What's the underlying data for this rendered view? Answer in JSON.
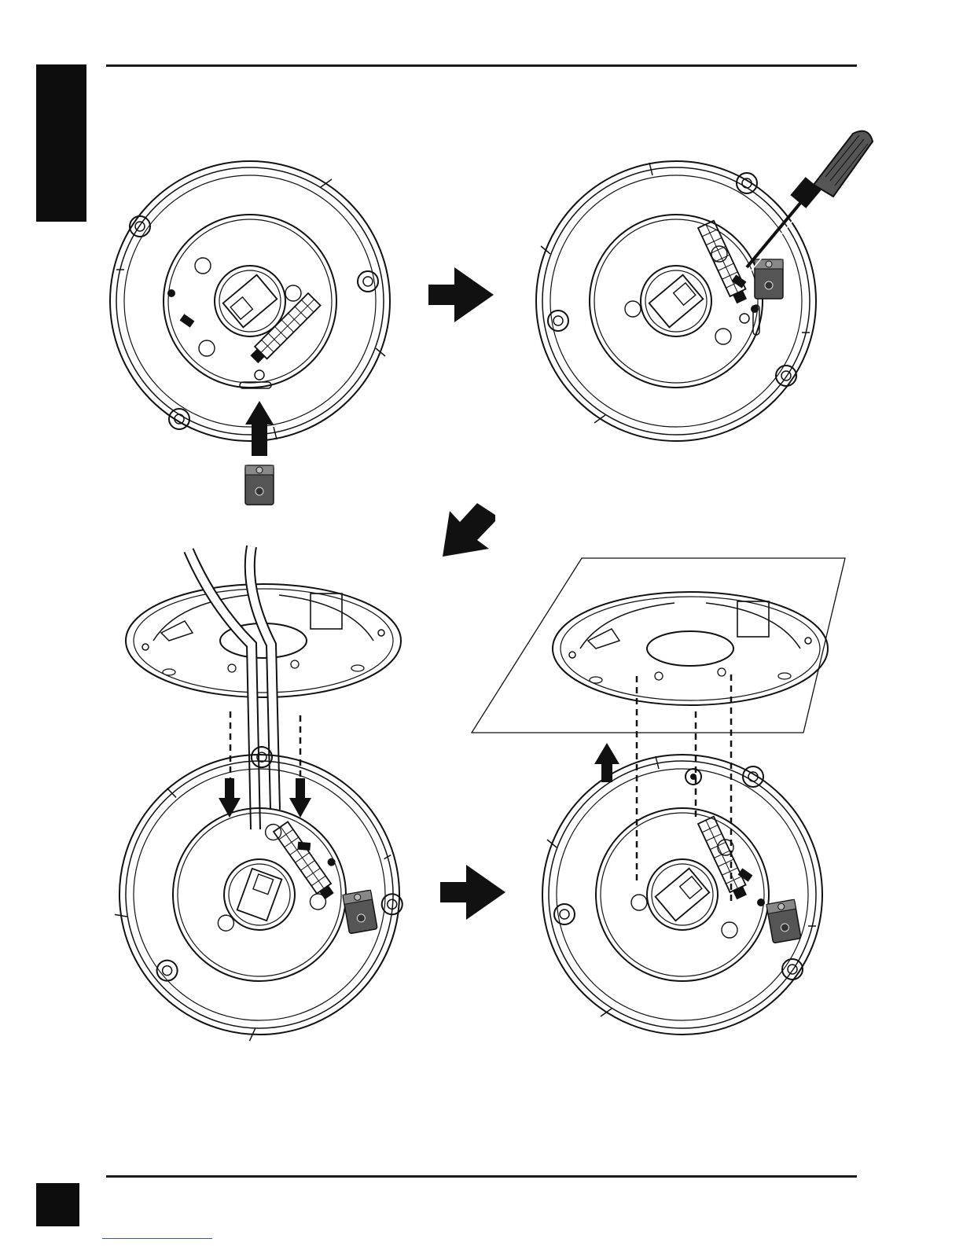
{
  "page": {
    "language_tab_text": "",
    "page_number": ""
  },
  "figures": [
    {
      "id": "step-1",
      "description_visible": false
    },
    {
      "id": "step-2",
      "description_visible": false
    },
    {
      "id": "step-3",
      "description_visible": false
    },
    {
      "id": "step-4",
      "description_visible": false
    }
  ],
  "colors": {
    "ink": "#111111",
    "bracket_fill": "#555555",
    "background": "#ffffff"
  }
}
